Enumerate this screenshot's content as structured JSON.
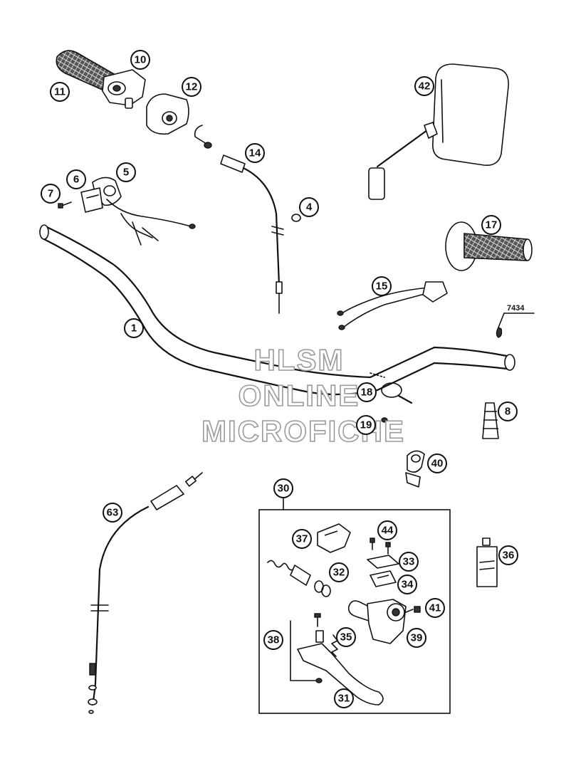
{
  "watermark": {
    "line1": "HLSM",
    "line2": "ONLINE",
    "line3": "MICROFICHE"
  },
  "reference_label": "7434",
  "callouts": [
    {
      "id": "c10",
      "label": "10"
    },
    {
      "id": "c11",
      "label": "11"
    },
    {
      "id": "c12",
      "label": "12"
    },
    {
      "id": "c42",
      "label": "42"
    },
    {
      "id": "c14",
      "label": "14"
    },
    {
      "id": "c5",
      "label": "5"
    },
    {
      "id": "c6",
      "label": "6"
    },
    {
      "id": "c7",
      "label": "7"
    },
    {
      "id": "c4",
      "label": "4"
    },
    {
      "id": "c17",
      "label": "17"
    },
    {
      "id": "c15",
      "label": "15"
    },
    {
      "id": "c1",
      "label": "1"
    },
    {
      "id": "c18",
      "label": "18"
    },
    {
      "id": "c19",
      "label": "19"
    },
    {
      "id": "c8",
      "label": "8"
    },
    {
      "id": "c40",
      "label": "40"
    },
    {
      "id": "c30",
      "label": "30"
    },
    {
      "id": "c63",
      "label": "63"
    },
    {
      "id": "c37",
      "label": "37"
    },
    {
      "id": "c44",
      "label": "44"
    },
    {
      "id": "c33",
      "label": "33"
    },
    {
      "id": "c36",
      "label": "36"
    },
    {
      "id": "c32",
      "label": "32"
    },
    {
      "id": "c34",
      "label": "34"
    },
    {
      "id": "c41",
      "label": "41"
    },
    {
      "id": "c38",
      "label": "38"
    },
    {
      "id": "c35",
      "label": "35"
    },
    {
      "id": "c39",
      "label": "39"
    },
    {
      "id": "c31",
      "label": "31"
    }
  ]
}
